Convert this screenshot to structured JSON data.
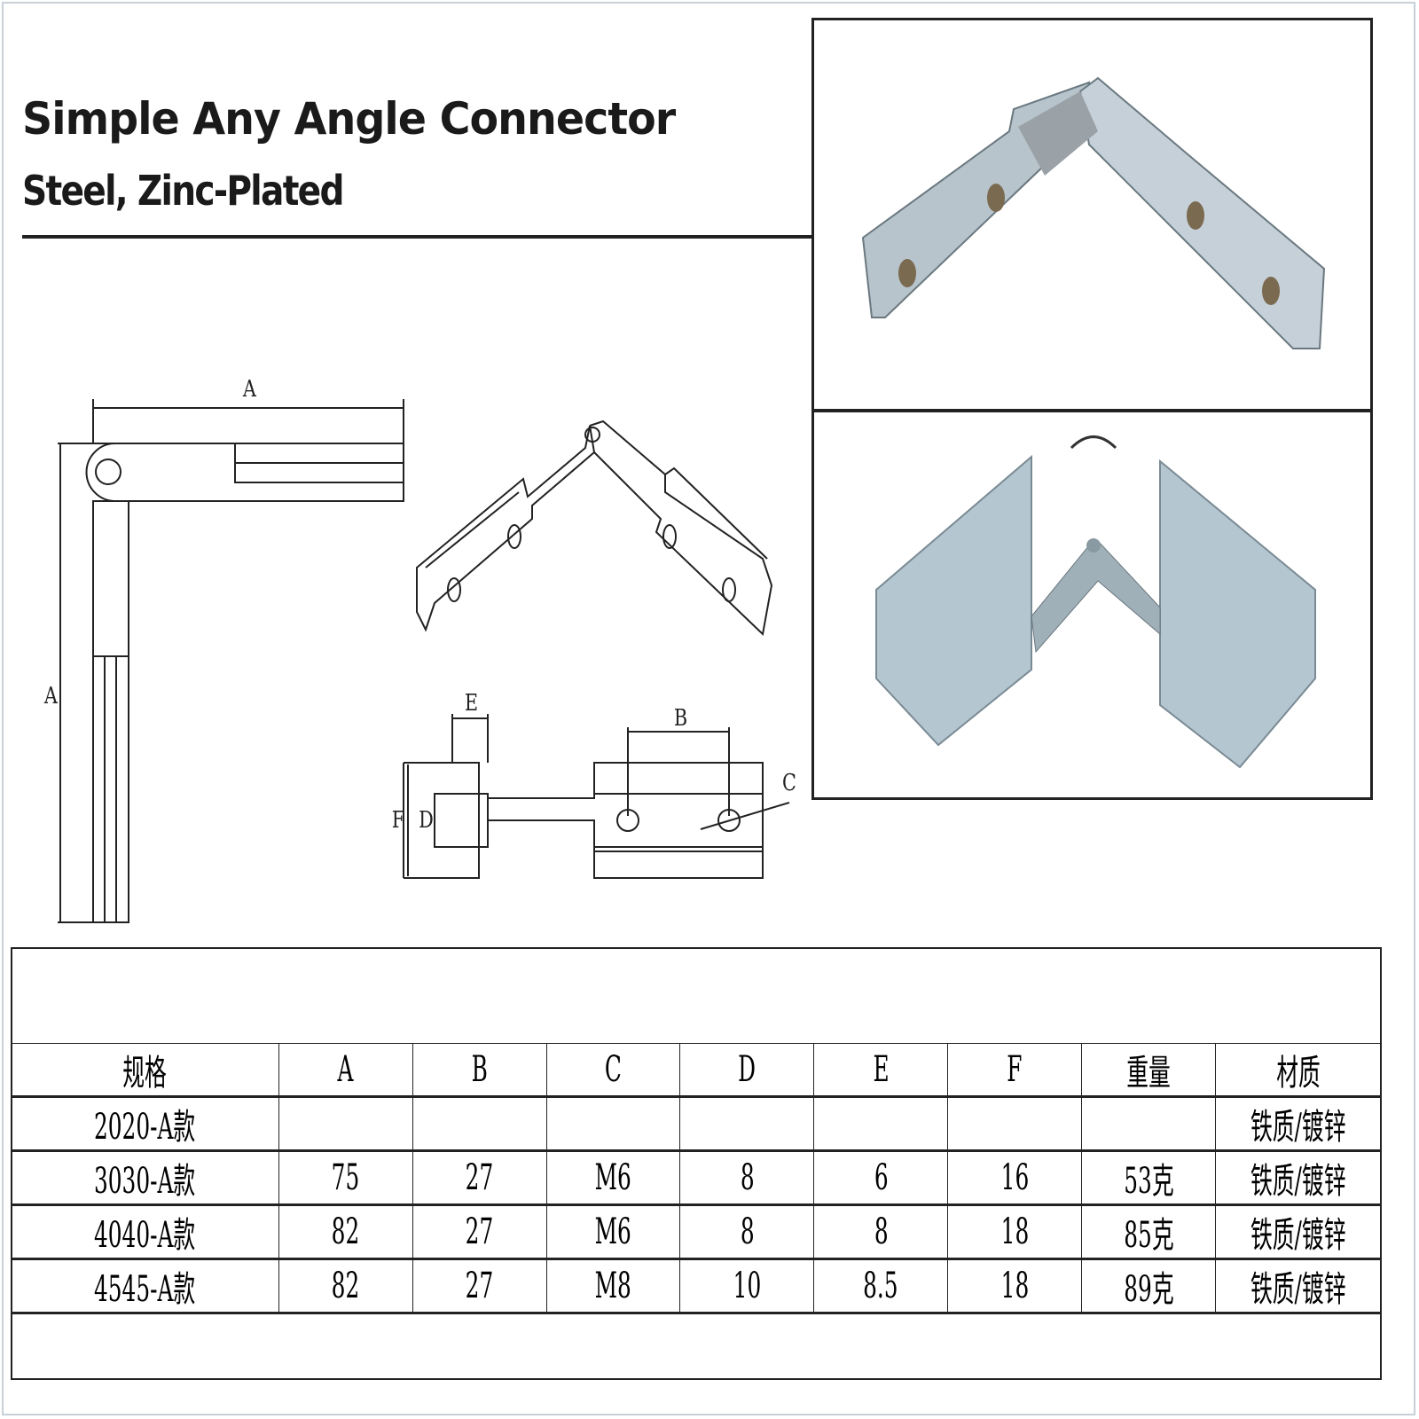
{
  "header": {
    "title": "Simple Any Angle Connector",
    "subtitle": "Steel, Zinc-Plated"
  },
  "diagram_labels": {
    "side_a_top": "A",
    "side_a_left": "A",
    "e": "E",
    "b": "B",
    "c": "C",
    "f": "F",
    "d": "D"
  },
  "table": {
    "columns": [
      "规格",
      "A",
      "B",
      "C",
      "D",
      "E",
      "F",
      "重量",
      "材质"
    ],
    "rows": [
      [
        "2020-A款",
        "",
        "",
        "",
        "",
        "",
        "",
        "",
        "铁质/镀锌"
      ],
      [
        "3030-A款",
        "75",
        "27",
        "M6",
        "8",
        "6",
        "16",
        "53克",
        "铁质/镀锌"
      ],
      [
        "4040-A款",
        "82",
        "27",
        "M6",
        "8",
        "8",
        "18",
        "85克",
        "铁质/镀锌"
      ],
      [
        "4545-A款",
        "82",
        "27",
        "M8",
        "10",
        "8.5",
        "18",
        "89克",
        "铁质/镀锌"
      ]
    ]
  }
}
